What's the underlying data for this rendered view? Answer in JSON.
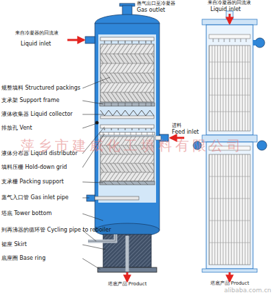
{
  "diagram": {
    "labels": [
      "来自冷凝器的回流液",
      "蒸气出口至冷凝器",
      "Gas outlet",
      "Liquid inlet",
      "来自冷凝器的回流液",
      "Liquid inlet",
      "规整填料 Structured packings",
      "支承架 Support frame",
      "液体收集器 Liquid collector",
      "排放孔 Vent",
      "进料",
      "Feed inlet",
      "萍乡市建威化工填料有限公司",
      "液体分布器 Liquid distributor",
      "填料压栅 Hold-down grid",
      "支承栅 Packing support",
      "蒸气入口管 Gas inlet pipe",
      "塔底 Tower bottom",
      "到再沸器的循环管 Cycling pipe to reboiler",
      "裙座 Skirt",
      "底座圈 Base ring",
      "alibaba.com.cn",
      "塔底产品 Product",
      "塔底产品 Product"
    ]
  }
}
